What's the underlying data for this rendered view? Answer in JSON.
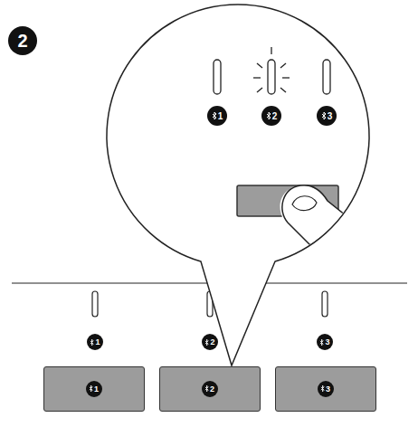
{
  "diagram": {
    "nodes": [
      {
        "text": [
          "1"
        ]
      },
      {
        "text": [
          "2"
        ]
      },
      {
        "text": [
          "3"
        ]
      }
    ],
    "labels": [
      "2",
      "1",
      "2",
      "3",
      "1",
      "2",
      "3"
    ]
  }
}
